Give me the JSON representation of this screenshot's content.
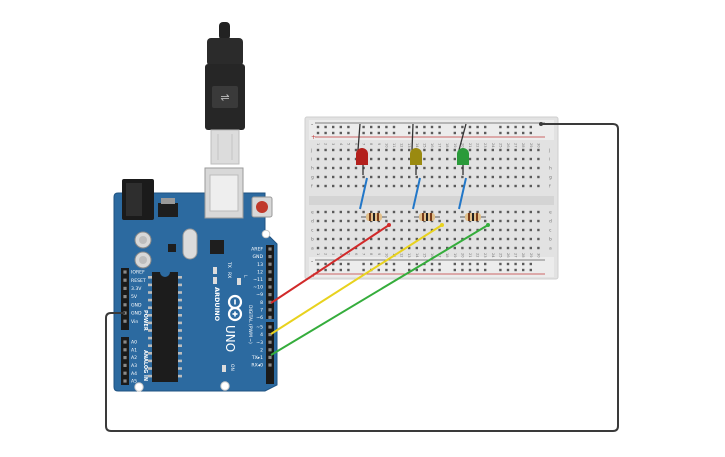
{
  "board": {
    "brand": "ARDUINO",
    "model": "UNO",
    "label_tx": "TX",
    "label_rx": "RX",
    "label_l": "L",
    "label_on": "ON",
    "power_header_title": "POWER",
    "analog_header_title": "ANALOG IN",
    "digital_header_title": "DIGITAL (PWM ~)",
    "power_pins": [
      "IOREF",
      "RESET",
      "3.3V",
      "5V",
      "GND",
      "GND",
      "Vin"
    ],
    "analog_pins": [
      "A0",
      "A1",
      "A2",
      "A3",
      "A4",
      "A5"
    ],
    "digital_pins": [
      "AREF",
      "GND",
      "13",
      "12",
      "~11",
      "~10",
      "~9",
      "8",
      "7",
      "~6",
      "~5",
      "4",
      "~3",
      "2",
      "TX▸1",
      "RX◂0"
    ]
  },
  "breadboard": {
    "column_numbers": [
      "1",
      "2",
      "3",
      "4",
      "5",
      "6",
      "7",
      "8",
      "9",
      "10",
      "11",
      "12",
      "13",
      "14",
      "15",
      "16",
      "17",
      "18",
      "19",
      "20",
      "21",
      "22",
      "23",
      "24",
      "25",
      "26",
      "27",
      "28",
      "29",
      "30"
    ],
    "rows_top": [
      "j",
      "i",
      "h",
      "g",
      "f"
    ],
    "rows_bottom": [
      "e",
      "d",
      "c",
      "b",
      "a"
    ],
    "rail_minus": "-",
    "rail_plus": "+"
  },
  "components": {
    "leds": [
      {
        "name": "red-led",
        "color": "#b3201c"
      },
      {
        "name": "yellow-led",
        "color": "#9a8a10"
      },
      {
        "name": "green-led",
        "color": "#2a9a3a"
      }
    ],
    "wires": [
      {
        "name": "red-wire",
        "color": "#d12a2a"
      },
      {
        "name": "yellow-wire",
        "color": "#e8d21e"
      },
      {
        "name": "green-wire",
        "color": "#35ad3c"
      },
      {
        "name": "gnd-wire",
        "color": "#3a3a3a"
      }
    ]
  },
  "colors": {
    "board": "#2c6aa0",
    "board_dark": "#1f5382",
    "breadboard": "#e4e4e4",
    "jumper": "#2277c8"
  }
}
